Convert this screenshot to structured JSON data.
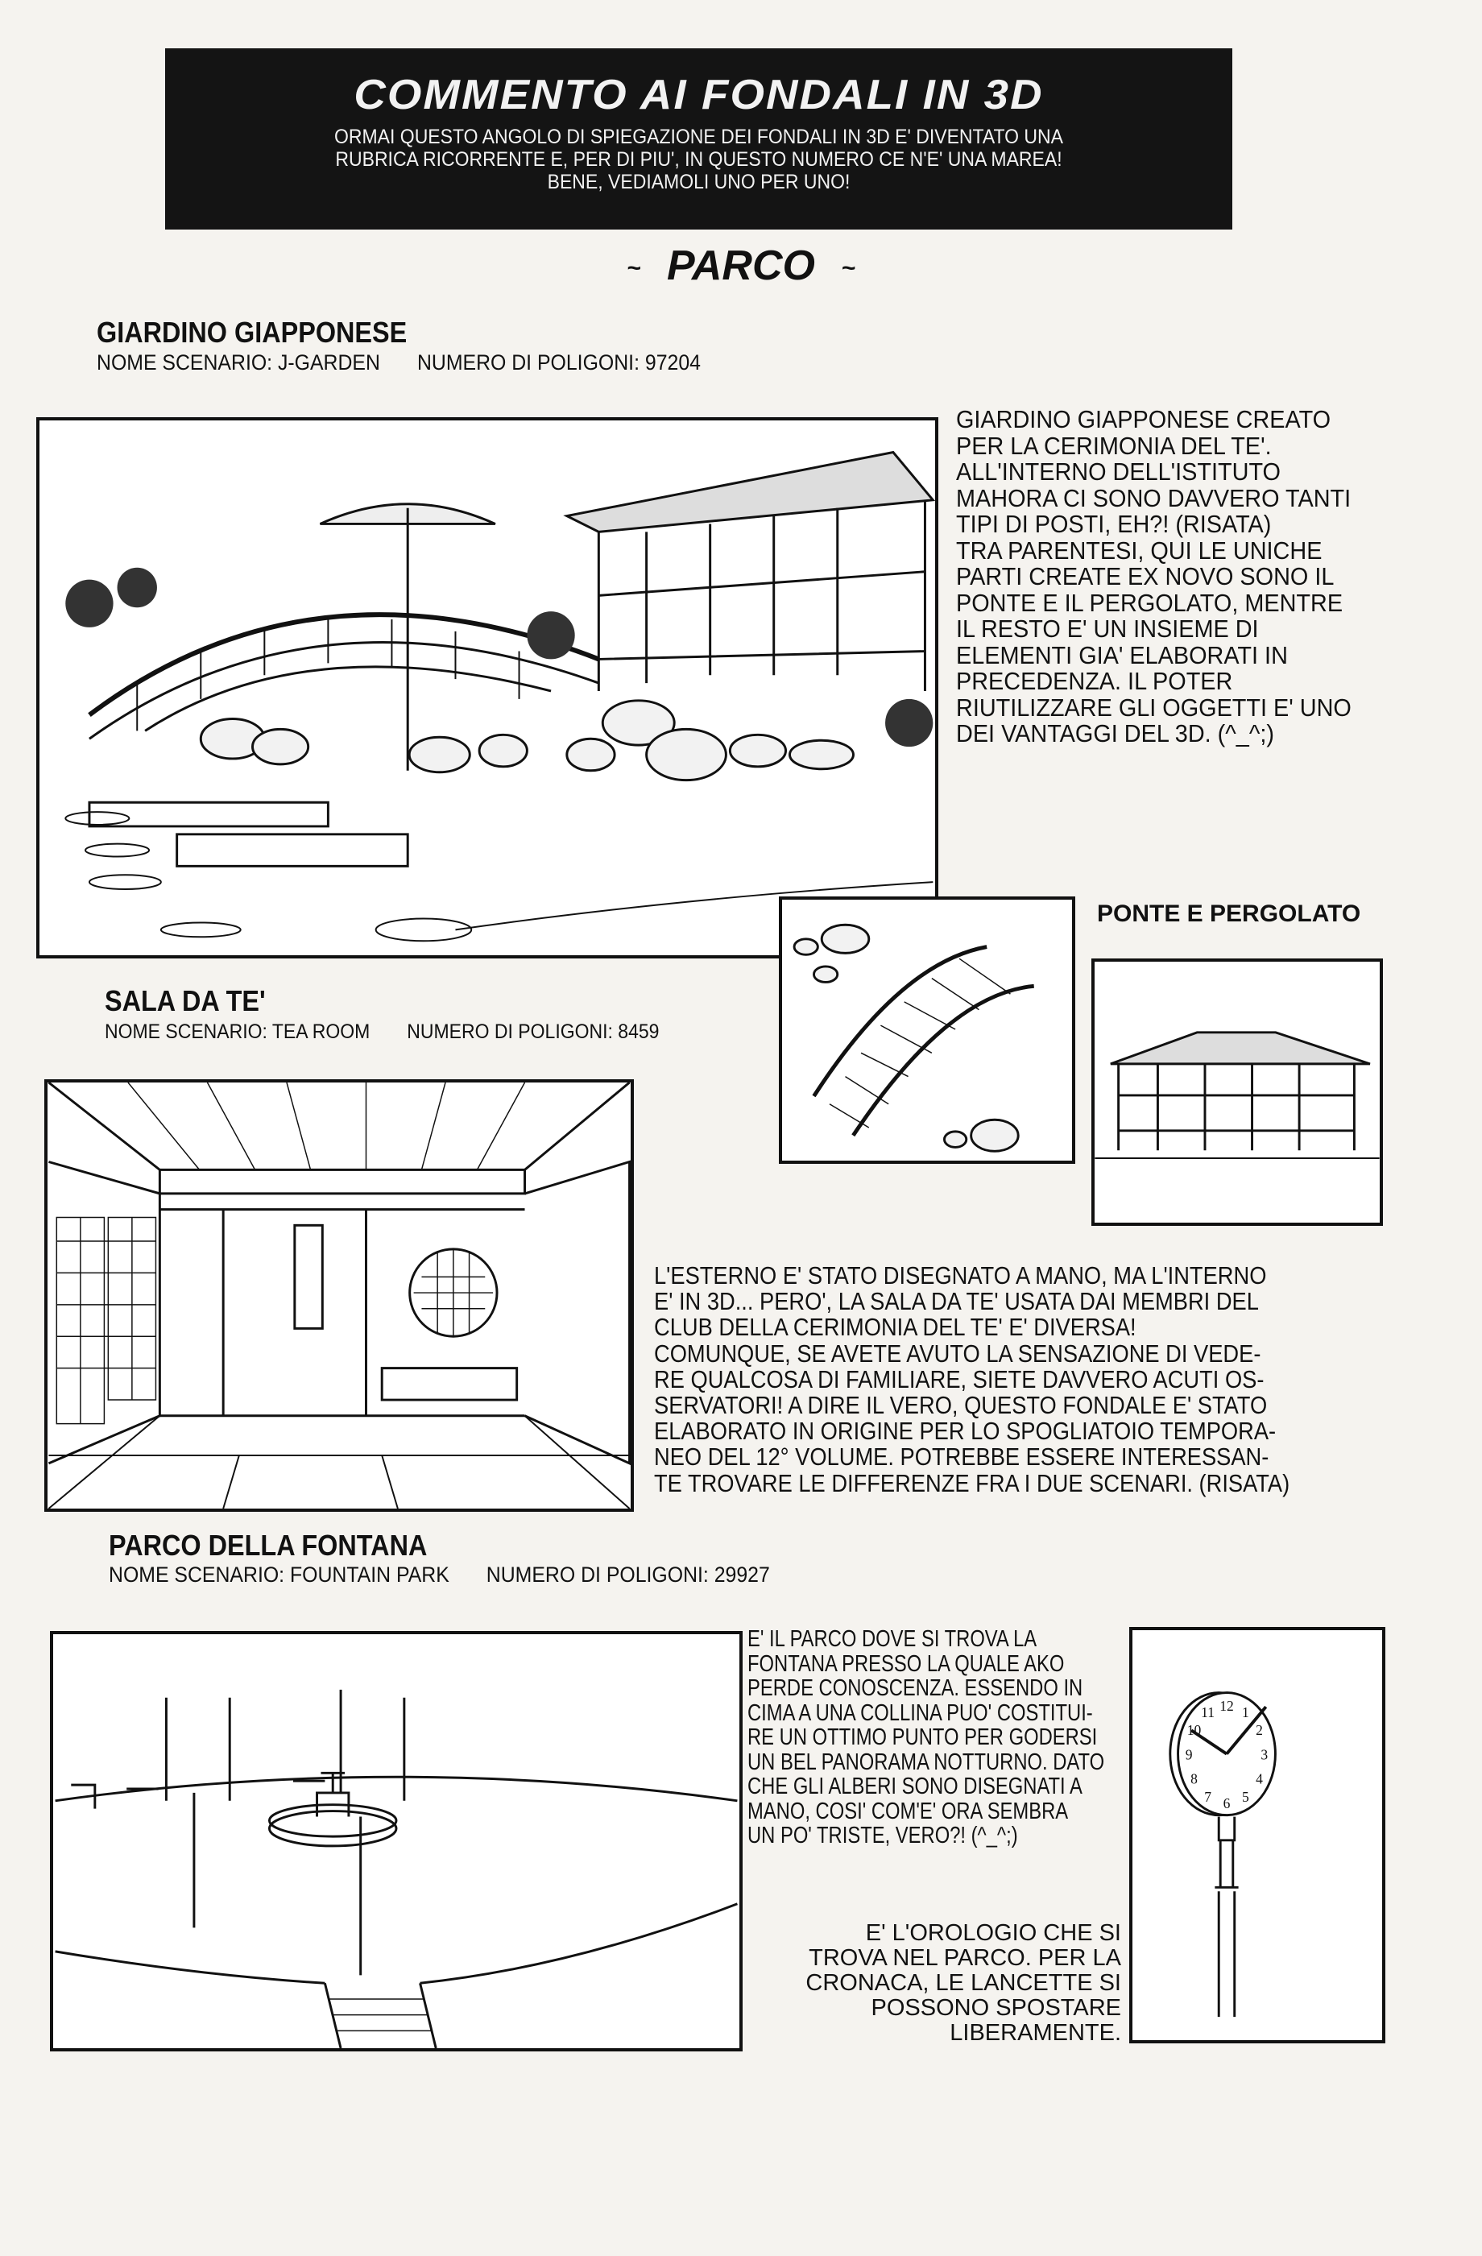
{
  "header": {
    "title": "COMMENTO AI FONDALI IN 3D",
    "intro": "ORMAI QUESTO ANGOLO DI SPIEGAZIONE DEI FONDALI IN 3D E' DIVENTATO UNA\nRUBRICA RICORRENTE E, PER DI PIU', IN QUESTO NUMERO CE N'E' UNA MAREA!\nBENE, VEDIAMOLI UNO PER UNO!"
  },
  "section": {
    "tilde": "~",
    "title": "PARCO"
  },
  "scenes": [
    {
      "title": "GIARDINO GIAPPONESE",
      "scenario": "NOME SCENARIO: J-GARDEN",
      "polygons": "NUMERO DI POLIGONI: 97204",
      "comment": "GIARDINO GIAPPONESE CREATO\nPER LA CERIMONIA DEL TE'.\nALL'INTERNO DELL'ISTITUTO\nMAHORA CI SONO DAVVERO TANTI\nTIPI DI POSTI, EH?! (RISATA)\nTRA PARENTESI, QUI LE UNICHE\nPARTI CREATE EX NOVO SONO IL\nPONTE E IL PERGOLATO, MENTRE\nIL RESTO E' UN INSIEME DI\nELEMENTI GIA' ELABORATI IN\nPRECEDENZA. IL POTER\nRIUTILIZZARE GLI OGGETTI E' UNO\nDEI VANTAGGI DEL 3D. (^_^;)",
      "inset_caption": "PONTE E PERGOLATO"
    },
    {
      "title": "SALA DA TE'",
      "scenario": "NOME SCENARIO: TEA ROOM",
      "polygons": "NUMERO DI POLIGONI: 8459",
      "comment": "L'ESTERNO E' STATO DISEGNATO A MANO, MA L'INTERNO\nE' IN 3D... PERO', LA SALA DA TE' USATA DAI MEMBRI DEL\nCLUB DELLA CERIMONIA DEL TE' E' DIVERSA!\nCOMUNQUE, SE AVETE AVUTO LA SENSAZIONE DI VEDE-\nRE QUALCOSA DI FAMILIARE, SIETE DAVVERO ACUTI OS-\nSERVATORI! A DIRE IL VERO, QUESTO FONDALE E' STATO\nELABORATO IN ORIGINE PER LO SPOGLIATOIO TEMPORA-\nNEO DEL 12° VOLUME. POTREBBE ESSERE INTERESSAN-\nTE TROVARE LE DIFFERENZE FRA I DUE SCENARI. (RISATA)"
    },
    {
      "title": "PARCO DELLA FONTANA",
      "scenario": "NOME SCENARIO: FOUNTAIN PARK",
      "polygons": "NUMERO DI POLIGONI: 29927",
      "comment": "E' IL PARCO DOVE SI TROVA LA\nFONTANA PRESSO LA QUALE AKO\nPERDE CONOSCENZA. ESSENDO IN\nCIMA A UNA COLLINA PUO' COSTITUI-\nRE UN OTTIMO PUNTO PER GODERSI\nUN BEL PANORAMA NOTTURNO. DATO\nCHE GLI ALBERI SONO DISEGNATI A\nMANO, COSI' COM'E' ORA SEMBRA\nUN PO' TRISTE, VERO?! (^_^;)",
      "clock_comment": "E' L'OROLOGIO CHE SI\nTROVA NEL PARCO. PER LA\nCRONACA, LE LANCETTE SI\nPOSSONO SPOSTARE\nLIBERAMENTE."
    }
  ],
  "clock_numerals": [
    "12",
    "1",
    "2",
    "3",
    "4",
    "5",
    "6",
    "7",
    "8",
    "9",
    "10",
    "11"
  ]
}
